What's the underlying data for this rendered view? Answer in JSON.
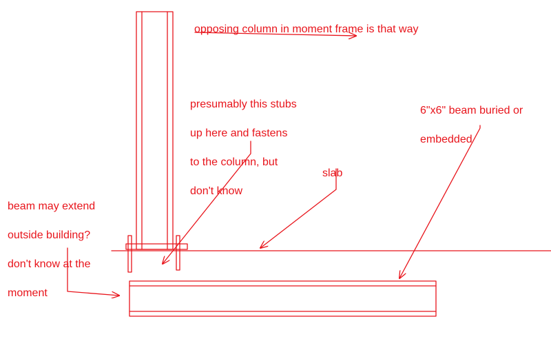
{
  "colors": {
    "ink": "#e8141b",
    "background": "#ffffff"
  },
  "annotations": {
    "opposing_column": [
      "opposing column in moment frame is that way"
    ],
    "stubs": [
      "presumably this stubs",
      "up here and fastens",
      "to the column, but",
      "don't know"
    ],
    "buried_beam": [
      "6\"x6\" beam buried or",
      "embedded"
    ],
    "slab": [
      "slab"
    ],
    "beam_extend": [
      "beam may extend",
      "outside building?",
      "don't know at the",
      "moment"
    ]
  }
}
